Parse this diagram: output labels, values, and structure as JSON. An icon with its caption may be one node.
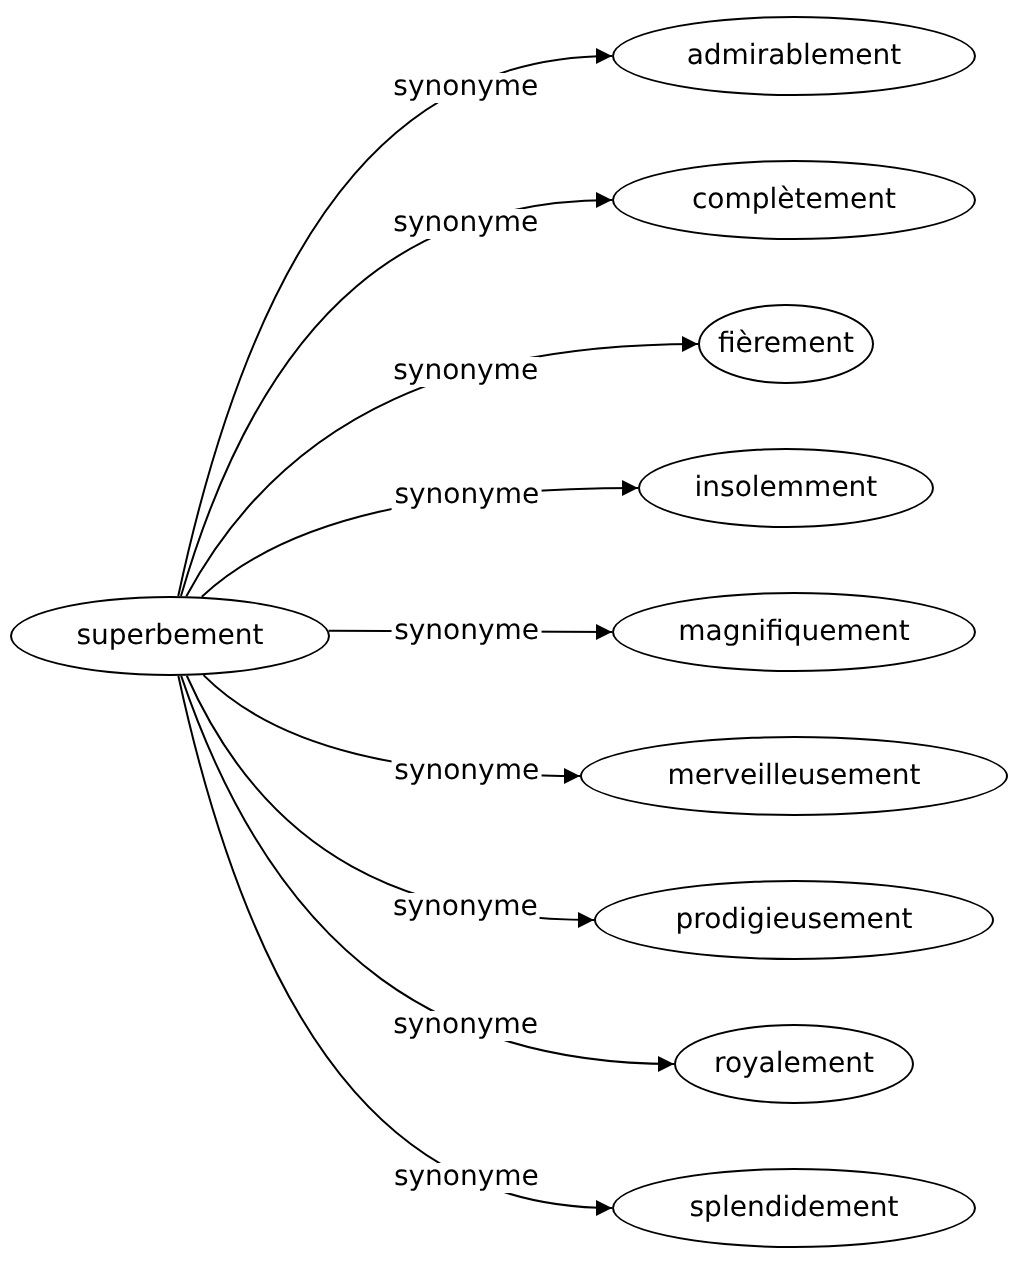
{
  "diagram": {
    "nodes": [
      {
        "text": [
          "superbement"
        ]
      },
      {
        "text": [
          "admirablement"
        ]
      },
      {
        "text": [
          "complètement"
        ]
      },
      {
        "text": [
          "fièrement"
        ]
      },
      {
        "text": [
          "insolemment"
        ]
      },
      {
        "text": [
          "magnifiquement"
        ]
      },
      {
        "text": [
          "merveilleusement"
        ]
      },
      {
        "text": [
          "prodigieusement"
        ]
      },
      {
        "text": [
          "royalement"
        ]
      },
      {
        "text": [
          "splendidement"
        ]
      }
    ],
    "edges": [
      {
        "from": 0,
        "to": 1,
        "arrow": "to",
        "label": "synonyme"
      },
      {
        "from": 0,
        "to": 2,
        "arrow": "to",
        "label": "synonyme"
      },
      {
        "from": 0,
        "to": 3,
        "arrow": "to",
        "label": "synonyme"
      },
      {
        "from": 0,
        "to": 4,
        "arrow": "to",
        "label": "synonyme"
      },
      {
        "from": 0,
        "to": 5,
        "arrow": "to",
        "label": "synonyme"
      },
      {
        "from": 0,
        "to": 6,
        "arrow": "to",
        "label": "synonyme"
      },
      {
        "from": 0,
        "to": 7,
        "arrow": "to",
        "label": "synonyme"
      },
      {
        "from": 0,
        "to": 8,
        "arrow": "to",
        "label": "synonyme"
      },
      {
        "from": 0,
        "to": 9,
        "arrow": "to",
        "label": "synonyme"
      }
    ]
  }
}
